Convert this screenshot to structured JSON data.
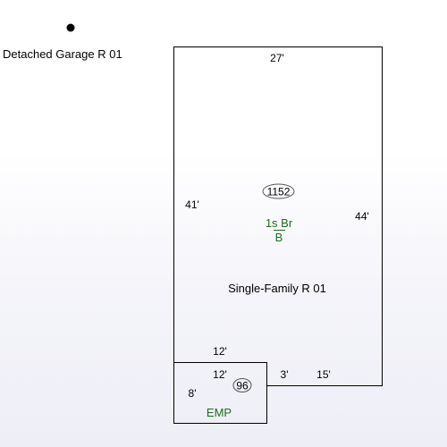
{
  "sketch": {
    "garage": {
      "label": "Detached Garage R 01"
    },
    "house": {
      "label": "Single-Family R 01",
      "area": "1152",
      "story_code": "1s Br",
      "basement_code": "B",
      "dimensions": {
        "top": "27'",
        "left": "41'",
        "right": "44'",
        "bottom_left": "12'",
        "bottom_step": "3'",
        "bottom_right": "15'"
      }
    },
    "porch": {
      "label": "EMP",
      "area": "96",
      "dimensions": {
        "top": "12'",
        "left": "8'"
      }
    }
  }
}
